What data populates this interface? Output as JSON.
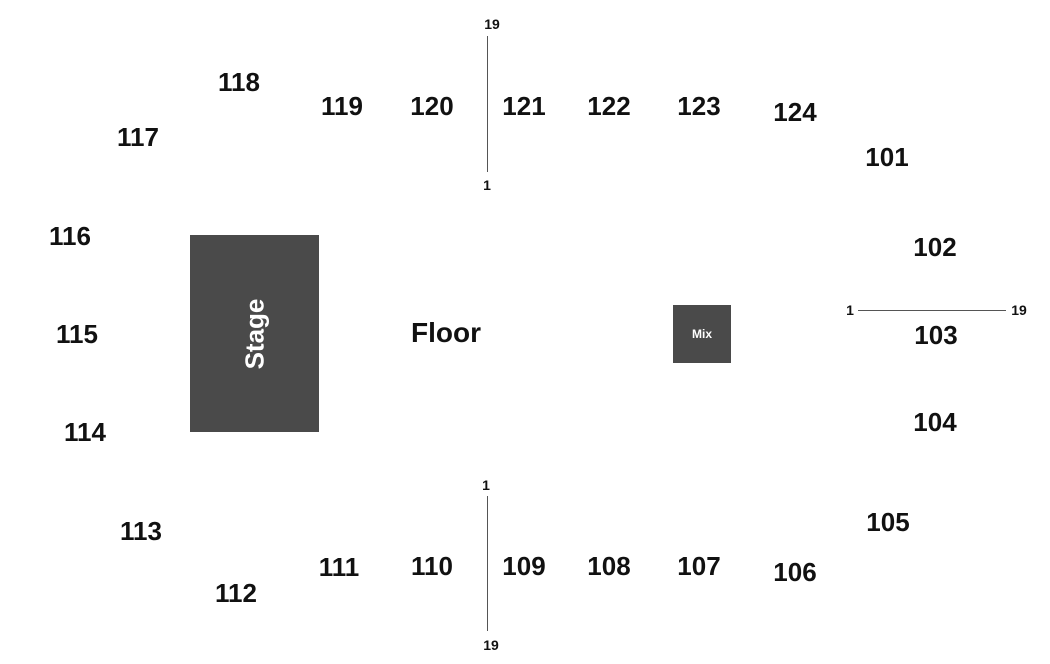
{
  "stage": {
    "label": "Stage"
  },
  "floor": {
    "label": "Floor"
  },
  "mix": {
    "label": "Mix"
  },
  "sections": {
    "101": "101",
    "102": "102",
    "103": "103",
    "104": "104",
    "105": "105",
    "106": "106",
    "107": "107",
    "108": "108",
    "109": "109",
    "110": "110",
    "111": "111",
    "112": "112",
    "113": "113",
    "114": "114",
    "115": "115",
    "116": "116",
    "117": "117",
    "118": "118",
    "119": "119",
    "120": "120",
    "121": "121",
    "122": "122",
    "123": "123",
    "124": "124"
  },
  "row_markers": {
    "top_row_start": "1",
    "top_row_end": "19",
    "bottom_row_start": "1",
    "bottom_row_end": "19",
    "right_row_start": "1",
    "right_row_end": "19"
  },
  "colors": {
    "stage": "#4a4a4a",
    "mix": "#4a4a4a",
    "text": "#111111",
    "row_line": "#555555"
  }
}
